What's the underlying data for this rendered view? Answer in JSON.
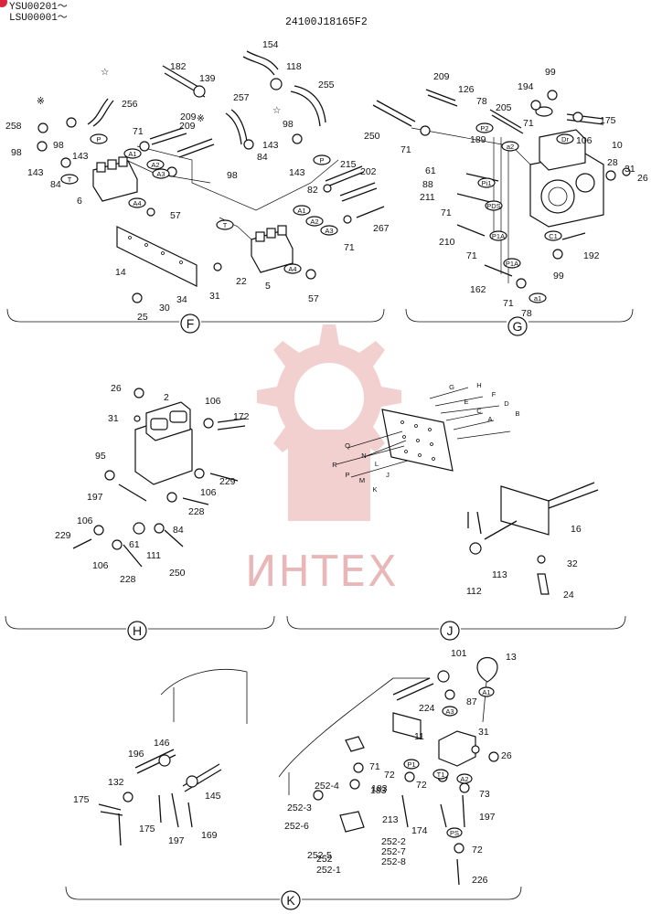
{
  "header": {
    "serial_line_1": "YSU00201～",
    "serial_line_2": "LSU00001～",
    "drawing_code": "24100J18165F2"
  },
  "watermark": {
    "text": "ИНТЕХ",
    "color": "#e9b7b7"
  },
  "sections": {
    "F": "F",
    "G": "G",
    "H": "H",
    "J": "J",
    "K": "K"
  },
  "callouts": {
    "F": [
      "258",
      "98",
      "143",
      "84",
      "6",
      "98",
      "143",
      "256",
      "182",
      "139",
      "209",
      "71",
      "209",
      "257",
      "98",
      "143",
      "84",
      "154",
      "118",
      "255",
      "98",
      "143",
      "215",
      "202",
      "82",
      "267",
      "71",
      "14",
      "22",
      "31",
      "34",
      "30",
      "25",
      "5",
      "57",
      "57"
    ],
    "G": [
      "209",
      "126",
      "78",
      "189",
      "194",
      "99",
      "205",
      "71",
      "175",
      "250",
      "71",
      "10",
      "106",
      "28",
      "31",
      "26",
      "61",
      "88",
      "211",
      "71",
      "210",
      "71",
      "192",
      "99",
      "162",
      "71",
      "78"
    ],
    "H": [
      "26",
      "2",
      "106",
      "172",
      "31",
      "95",
      "229",
      "197",
      "106",
      "84",
      "228",
      "61",
      "111",
      "106",
      "229",
      "228",
      "250",
      "106"
    ],
    "J": [
      "16",
      "32",
      "24",
      "113",
      "112"
    ],
    "K": [
      "101",
      "13",
      "87",
      "224",
      "11",
      "31",
      "26",
      "146",
      "196",
      "71",
      "132",
      "145",
      "183",
      "175",
      "175",
      "197",
      "169",
      "252-4",
      "252-3",
      "252-6",
      "252-5",
      "252",
      "252-1",
      "252-2",
      "252-7",
      "252-8",
      "72",
      "72",
      "183",
      "213",
      "174",
      "73",
      "197",
      "72",
      "226"
    ]
  },
  "port_tags": {
    "F": [
      "P",
      "A1",
      "A2",
      "A3",
      "T",
      "A4",
      "P",
      "A1",
      "A2",
      "A3",
      "T",
      "A4"
    ],
    "G": [
      "P2",
      "a2",
      "Dr",
      "Pi1",
      "PDS",
      "P1A",
      "P1A",
      "C1",
      "a1"
    ],
    "J": [
      "G",
      "H",
      "E",
      "F",
      "C",
      "D",
      "A",
      "B",
      "Q",
      "N",
      "L",
      "R",
      "P",
      "M",
      "J",
      "K"
    ],
    "K": [
      "A1",
      "A3",
      "P1",
      "T1",
      "A2",
      "PS"
    ]
  },
  "marks": [
    "※",
    "※",
    "☆",
    "☆"
  ]
}
